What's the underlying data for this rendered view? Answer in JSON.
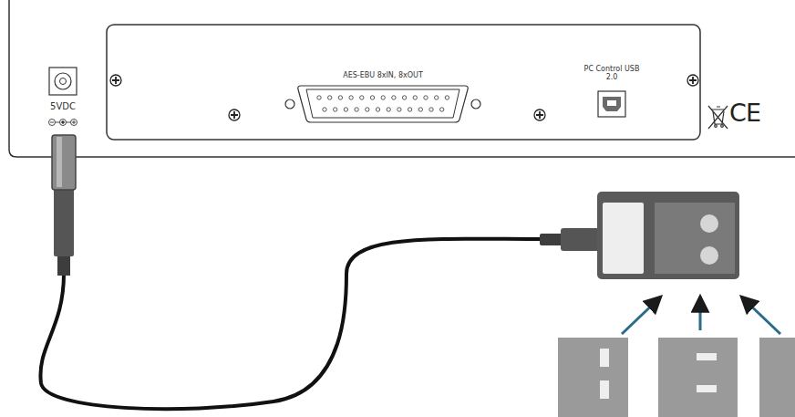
{
  "diagram": {
    "labels": [
      "5VDC",
      "AES-EBU 8xIN, 8xOUT",
      "PC Control USB 2.0",
      "CE"
    ]
  }
}
